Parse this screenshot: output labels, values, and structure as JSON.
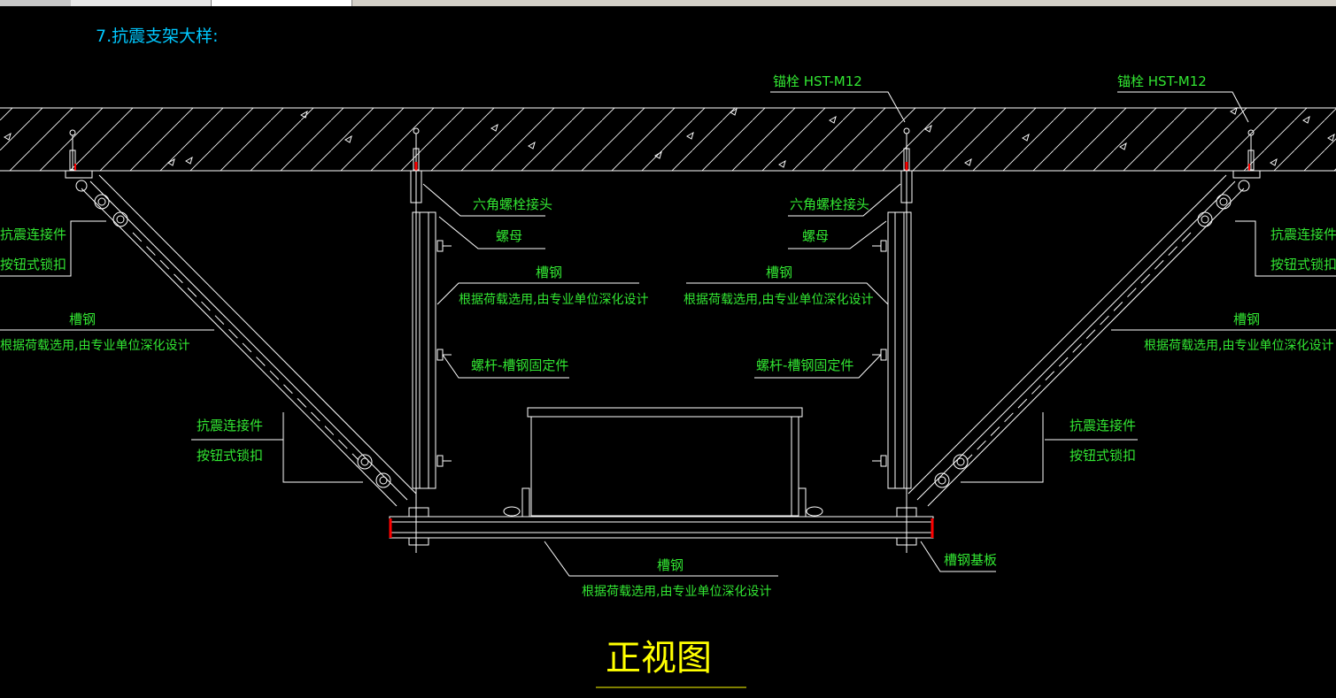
{
  "tabs": [
    {
      "label": ""
    },
    {
      "label": ""
    },
    {
      "label": ""
    }
  ],
  "heading": "7.抗震支架大样:",
  "bottom_title": "正视图",
  "labels": {
    "anchor_left": "锚栓 HST-M12",
    "anchor_right": "锚栓 HST-M12",
    "hex_left": "六角螺栓接头",
    "hex_right": "六角螺栓接头",
    "nut_left": "螺母",
    "nut_right": "螺母",
    "channel_center_left": "槽钢",
    "channel_center_left_note": "根据荷载选用,由专业单位深化设计",
    "channel_center_right": "槽钢",
    "channel_center_right_note": "根据荷载选用,由专业单位深化设计",
    "rod_fix_left": "螺杆-槽钢固定件",
    "rod_fix_right": "螺杆-槽钢固定件",
    "seismic_conn_top_left": "抗震连接件",
    "button_lock_top_left": "按钮式锁扣",
    "channel_diag_left": "槽钢",
    "channel_diag_left_note": "根据荷载选用,由专业单位深化设计",
    "seismic_conn_bottom_left": "抗震连接件",
    "button_lock_bottom_left": "按钮式锁扣",
    "seismic_conn_top_right": "抗震连接件",
    "button_lock_top_right": "按钮式锁扣",
    "channel_diag_right": "槽钢",
    "channel_diag_right_note": "根据荷载选用,由专业单位深化设计",
    "seismic_conn_bottom_right": "抗震连接件",
    "button_lock_bottom_right": "按钮式锁扣",
    "channel_bottom": "槽钢",
    "channel_bottom_note": "根据荷载选用,由专业单位深化设计",
    "channel_base": "槽钢基板"
  },
  "colors": {
    "background": "#000000",
    "line": "#ffffff",
    "label": "#32e632",
    "heading": "#00c8ff",
    "title": "#ffff00",
    "accent_red": "#ff0000"
  }
}
